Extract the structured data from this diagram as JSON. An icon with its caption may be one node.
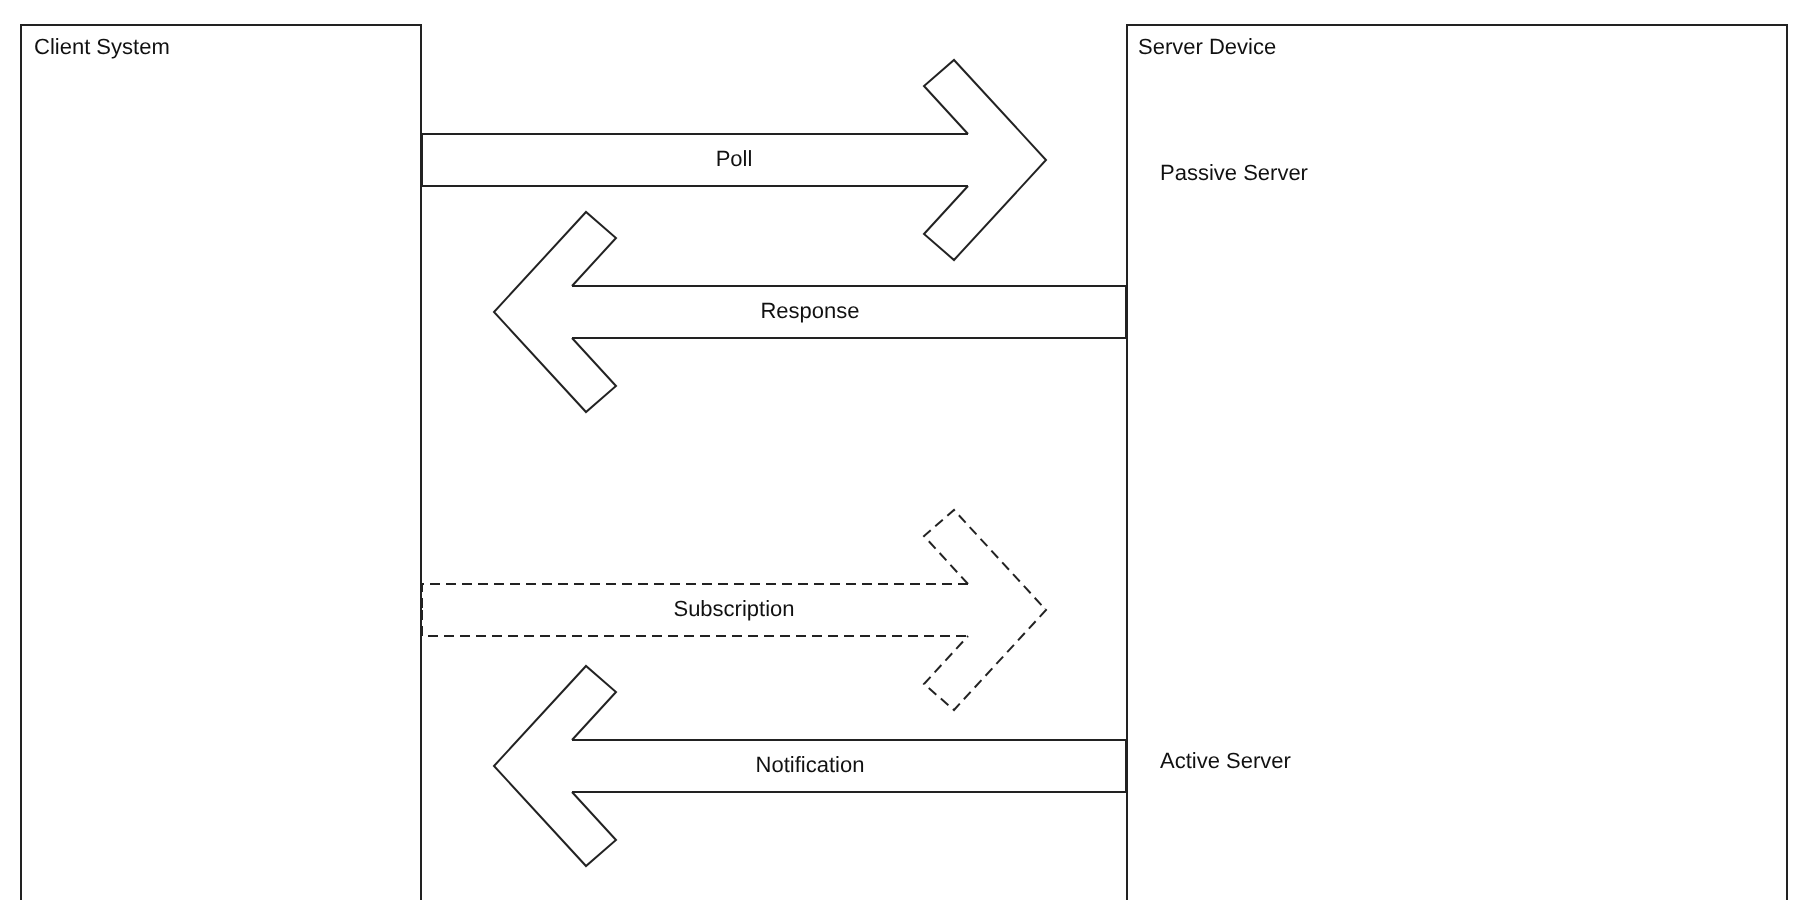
{
  "diagram": {
    "nodes": [
      {
        "text": [
          "Client System"
        ]
      },
      {
        "text": [
          "Server Device",
          "Passive Server",
          "Active Server"
        ]
      }
    ],
    "edges": [
      {
        "from": 0,
        "to": 1,
        "arrow": "to",
        "label": "Poll"
      },
      {
        "from": 1,
        "to": 0,
        "arrow": "to",
        "label": "Response"
      },
      {
        "from": 0,
        "to": 1,
        "arrow": "to",
        "label": "Subscription",
        "style": "dashed"
      },
      {
        "from": 1,
        "to": 0,
        "arrow": "to",
        "label": "Notification"
      }
    ]
  }
}
